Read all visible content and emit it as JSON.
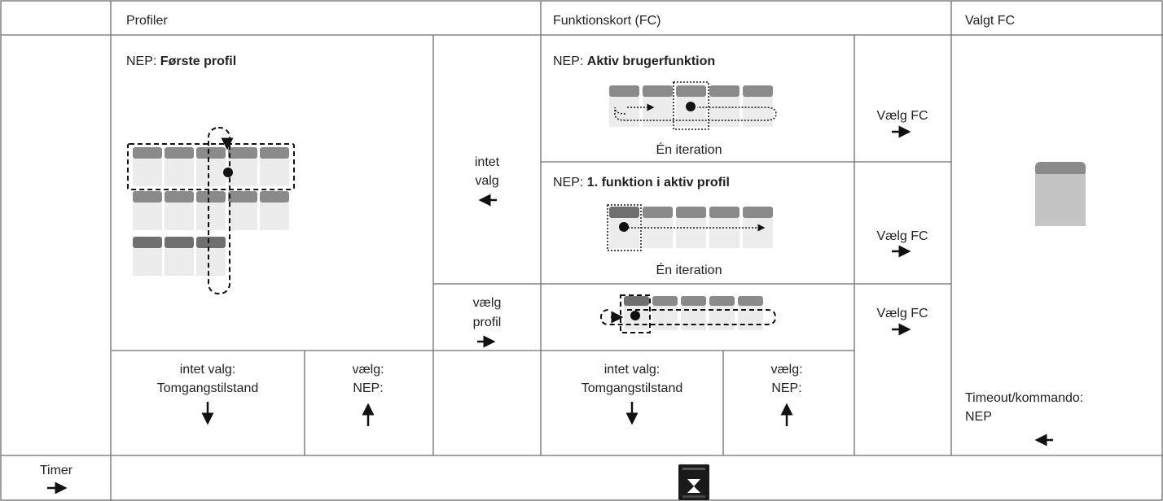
{
  "headers": {
    "profiles": "Profiler",
    "function_cards": "Funktionskort (FC)",
    "selected_fc": "Valgt FC"
  },
  "profiles_panel": {
    "prefix": "NEP: ",
    "title": "Første profil"
  },
  "middle_column": {
    "no_choice_line1": "intet",
    "no_choice_line2": "valg",
    "choose_profile_line1": "vælg",
    "choose_profile_line2": "profil"
  },
  "fc_rows": [
    {
      "prefix": "NEP: ",
      "title": "Aktiv brugerfunktion",
      "caption": "Én iteration",
      "action": "Vælg FC"
    },
    {
      "prefix": "NEP: ",
      "title": "1. funktion i aktiv profil",
      "caption": "Én iteration",
      "action": "Vælg FC"
    },
    {
      "prefix": "",
      "title": "",
      "caption": "",
      "action": "Vælg FC"
    }
  ],
  "bottom_profiles": {
    "no_choice_line1": "intet valg:",
    "no_choice_line2": "Tomgangstilstand",
    "choose_line1": "vælg:",
    "choose_line2": "NEP:"
  },
  "bottom_fc": {
    "no_choice_line1": "intet valg:",
    "no_choice_line2": "Tomgangstilstand",
    "choose_line1": "vælg:",
    "choose_line2": "NEP:"
  },
  "selected": {
    "timeout_line1": "Timeout/kommando:",
    "timeout_line2": "NEP"
  },
  "timer_label": "Timer",
  "device_icon": "hourglass-icon"
}
